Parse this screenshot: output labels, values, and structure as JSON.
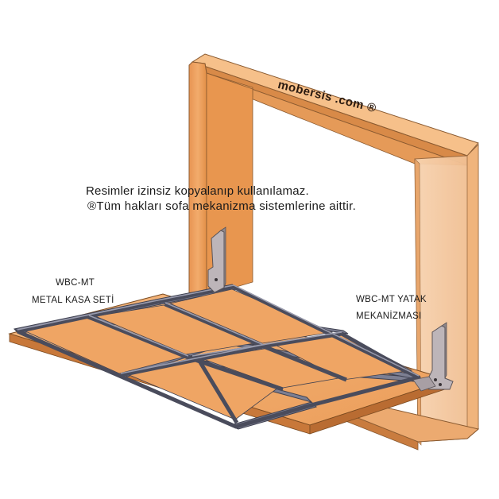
{
  "brand": {
    "watermark": "mobersis .com ®"
  },
  "notice": {
    "line1": "Resimler izinsiz kopyalanıp kullanılamaz.",
    "line2": "®Tüm hakları sofa mekanizma sistemlerine aittir."
  },
  "labels": {
    "frame_line1": "WBC-MT",
    "frame_line2": "METAL KASA SETİ",
    "mechanism_line1": "WBC-MT  YATAK",
    "mechanism_line2": "MEKANİZMASI"
  },
  "colors": {
    "wood_front": "#f0a868",
    "wood_light": "#f6c08a",
    "wood_dark": "#c97c3f",
    "cabinet_translucent": "#f5c9a0",
    "metal": "#7d7f92",
    "metal_dark": "#4a4c5c",
    "bracket": "#b8b0b4"
  }
}
